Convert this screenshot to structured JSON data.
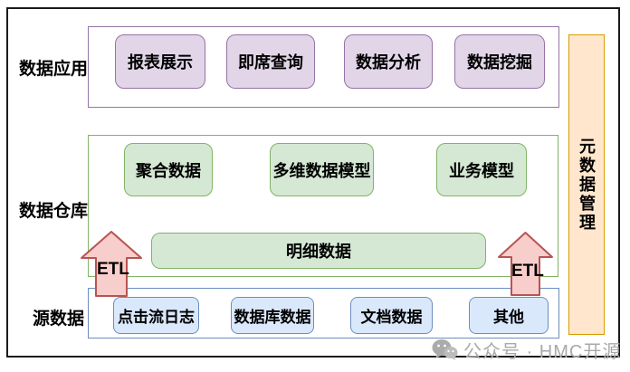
{
  "layers": {
    "application": {
      "label": "数据应用",
      "boxes": [
        {
          "label": "报表展示"
        },
        {
          "label": "即席查询"
        },
        {
          "label": "数据分析"
        },
        {
          "label": "数据挖掘"
        }
      ]
    },
    "warehouse": {
      "label": "数据仓库",
      "model_boxes": [
        {
          "label": "聚合数据"
        },
        {
          "label": "多维数据模型"
        },
        {
          "label": "业务模型"
        }
      ],
      "detail_box": {
        "label": "明细数据"
      }
    },
    "source": {
      "label": "源数据",
      "boxes": [
        {
          "label": "点击流日志"
        },
        {
          "label": "数据库数据"
        },
        {
          "label": "文档数据"
        },
        {
          "label": "其他"
        }
      ]
    }
  },
  "metadata_sidebar": {
    "label": "元数据管理"
  },
  "etl_arrows": {
    "left": {
      "label": "ETL"
    },
    "right": {
      "label": "ETL"
    }
  },
  "watermark": {
    "icon": "wechat-icon",
    "text": "公众号 · HMC开源"
  },
  "colors": {
    "application_box_fill": "#E1D5E7",
    "application_box_border": "#9673A6",
    "warehouse_box_fill": "#D5E8D4",
    "warehouse_box_border": "#82B366",
    "source_box_fill": "#DAE8FC",
    "source_box_border": "#6C8EBF",
    "sidebar_fill": "#FFE6CC",
    "sidebar_border": "#D79B00",
    "arrow_fill": "#F8CECC",
    "arrow_border": "#B85450",
    "frame_border": "#1a1a1a",
    "watermark_gray": "#a9a9a9"
  }
}
